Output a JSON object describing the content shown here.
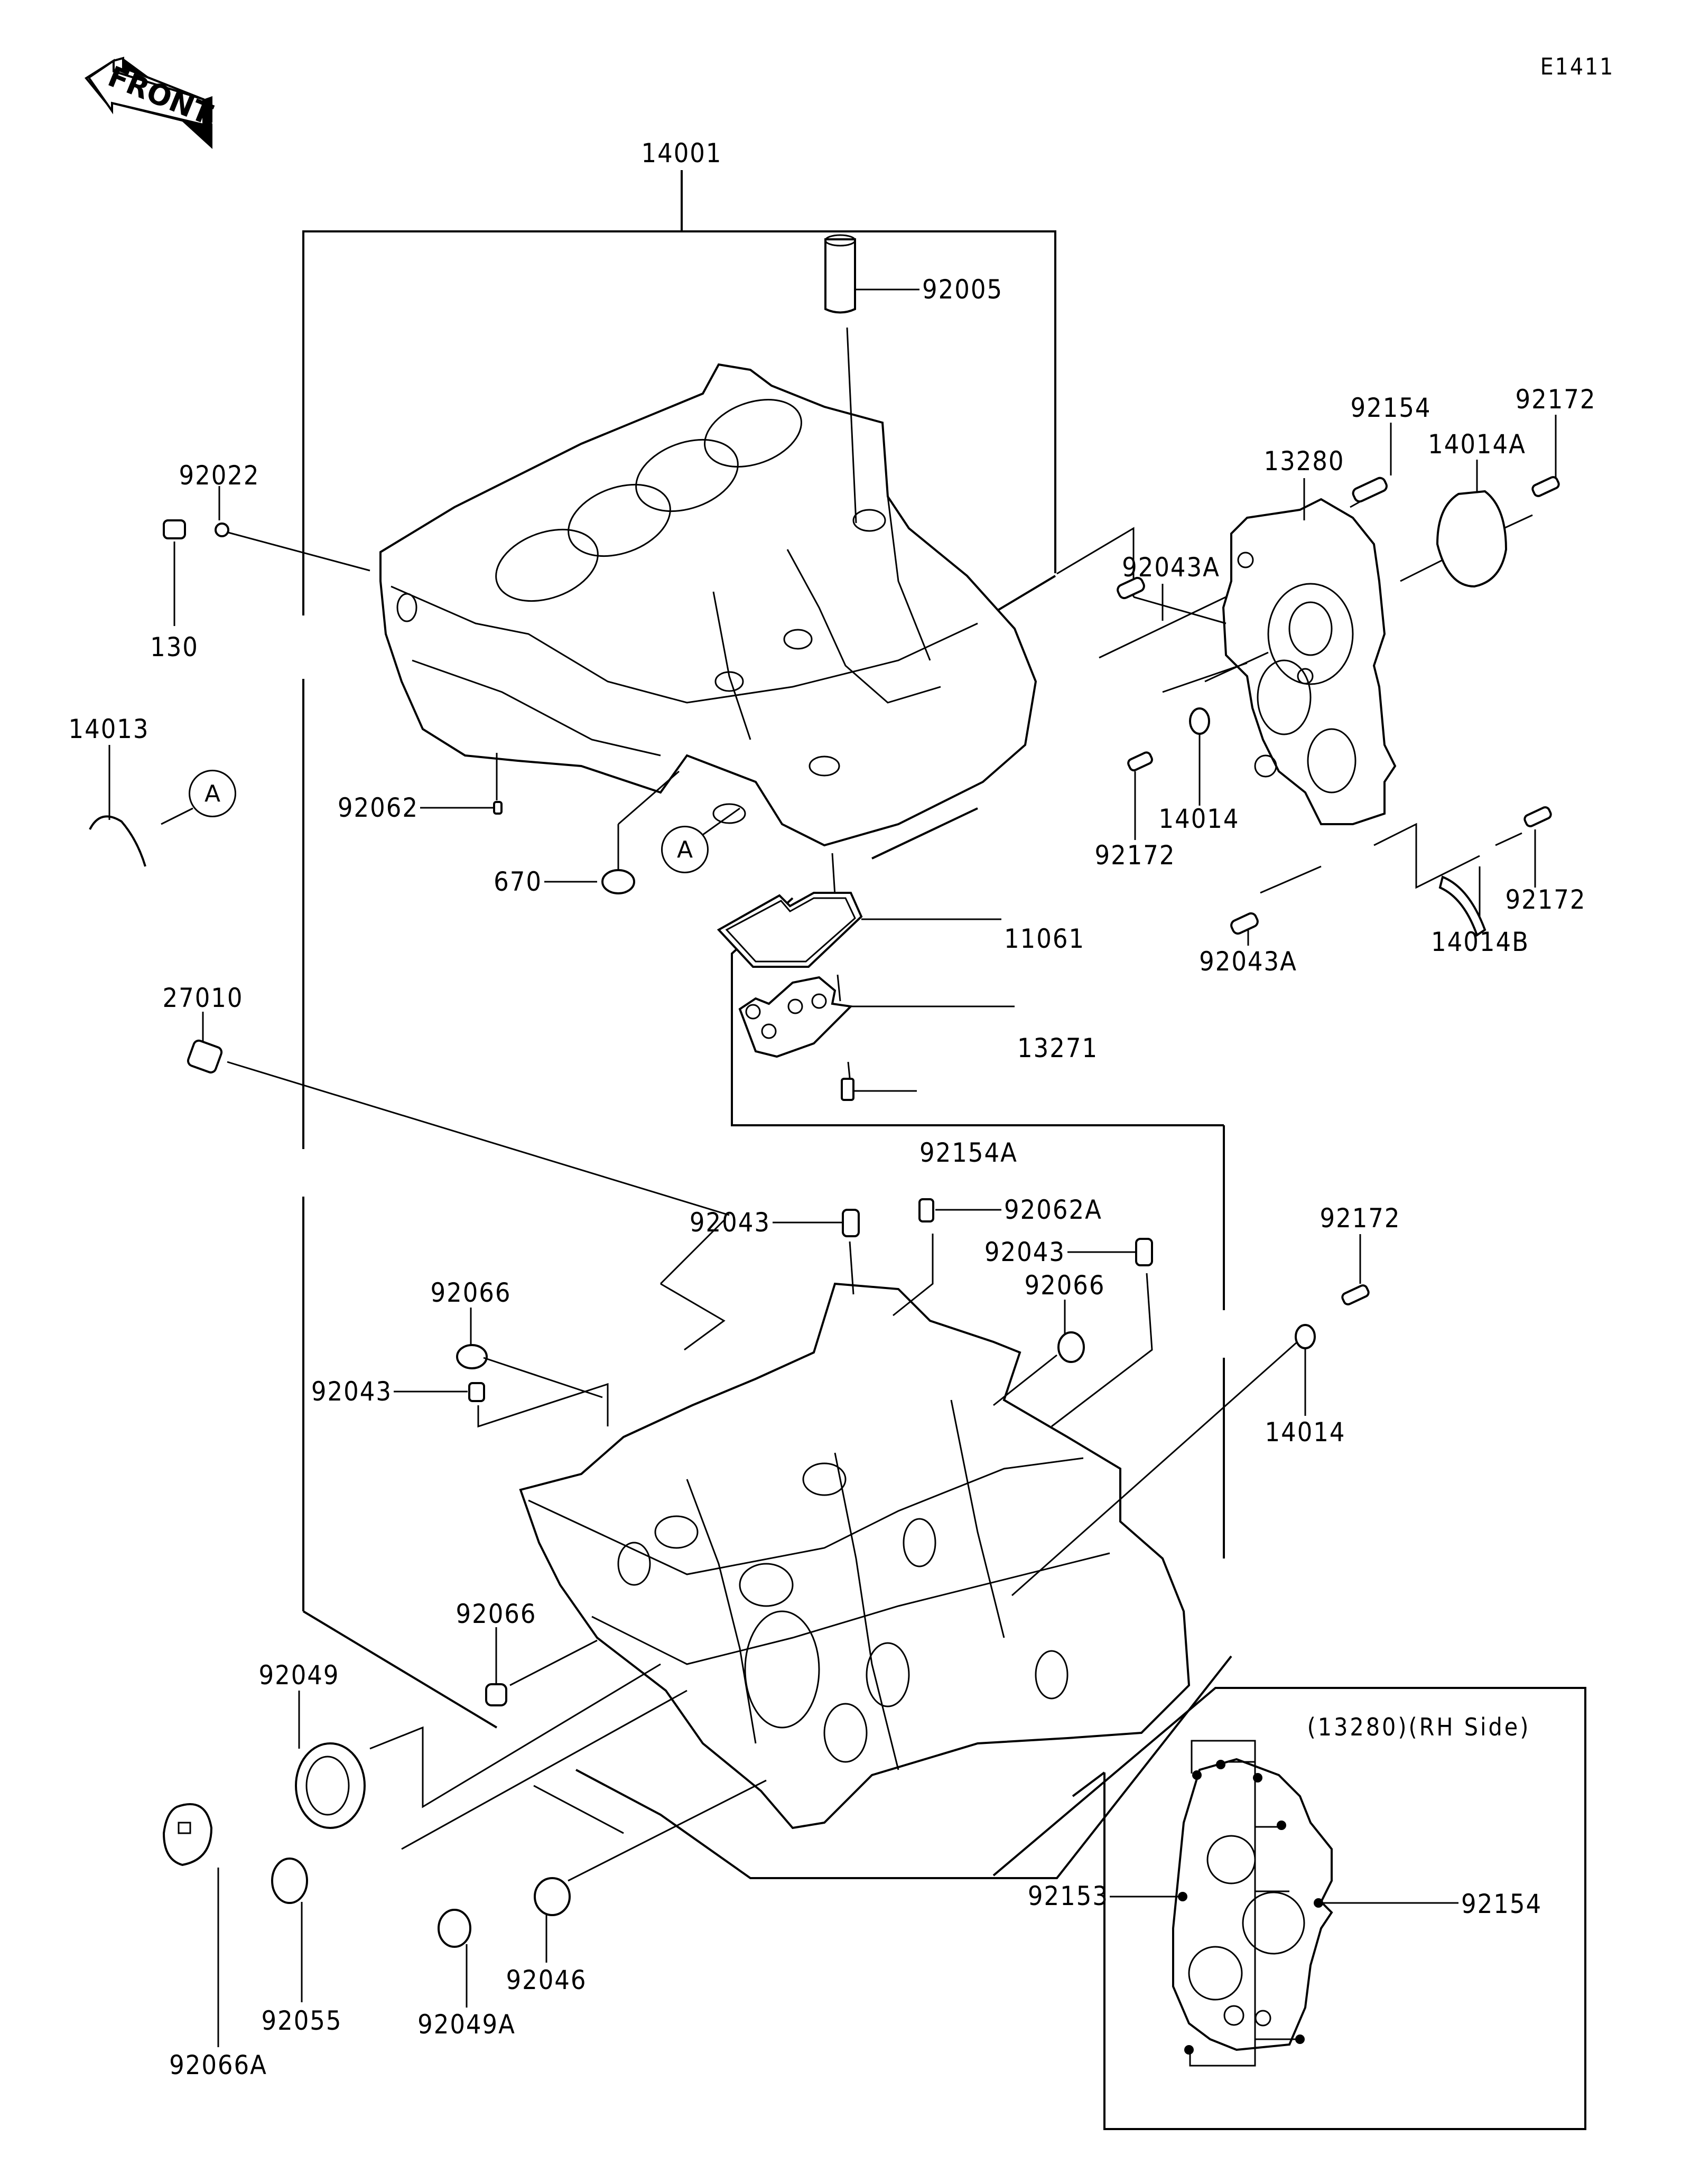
{
  "diagram": {
    "id": "E1411",
    "title": "Crankcase exploded parts diagram",
    "front_indicator": "FRONT",
    "inset_title": "(13280)(RH Side)",
    "ref_marks": [
      "A",
      "A"
    ],
    "callouts": {
      "c14001": "14001",
      "c92005": "92005",
      "c92022": "92022",
      "c130": "130",
      "c14013": "14013",
      "c92062": "92062",
      "c670": "670",
      "c13280": "13280",
      "c92154_top": "92154",
      "c92172_top": "92172",
      "c14014A": "14014A",
      "c92043A_upper": "92043A",
      "c14014_cover": "14014",
      "c92172_left": "92172",
      "c92172_right": "92172",
      "c92043A_lower": "92043A",
      "c14014B": "14014B",
      "c11061": "11061",
      "c13271": "13271",
      "c92154A": "92154A",
      "c27010": "27010",
      "c92043_center": "92043",
      "c92062A": "92062A",
      "c92043_right": "92043",
      "c92066_right": "92066",
      "c92172_lone": "92172",
      "c14014_lone": "14014",
      "c92066_left": "92066",
      "c92043_left": "92043",
      "c92066_lower": "92066",
      "c92049": "92049",
      "c92055": "92055",
      "c92066A": "92066A",
      "c92049A": "92049A",
      "c92046": "92046",
      "c92153_inset": "92153",
      "c92154_inset": "92154"
    }
  }
}
